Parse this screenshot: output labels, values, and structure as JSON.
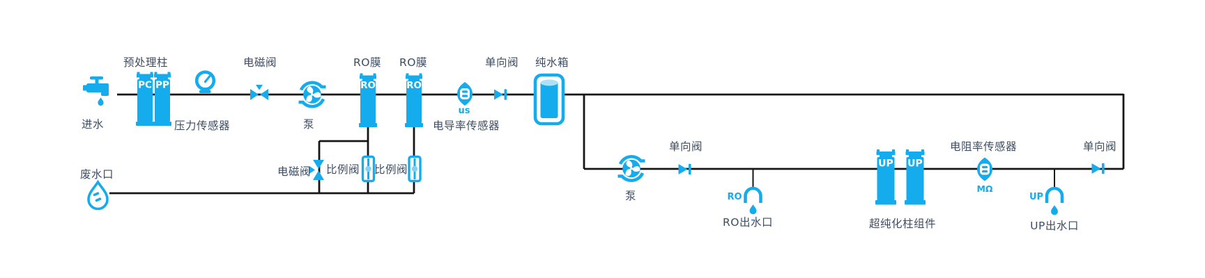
{
  "colors": {
    "accent_blue": "#15ACEE",
    "water_light": "#A9E2F9",
    "valve_dot": "#7ED2F5",
    "label_text": "#3E4D63",
    "pipe_line": "#161616"
  },
  "top_row": {
    "inlet_label": "进水",
    "pretreatment_label": "预处理柱",
    "pc_badge": "PC",
    "pp_badge": "PP",
    "pressure_sensor_label": "压力传感器",
    "solenoid_valve_label": "电磁阀",
    "pump_label": "泵",
    "ro_membrane_1_label": "RO膜",
    "ro_badge_1": "RO",
    "ro_membrane_2_label": "RO膜",
    "ro_badge_2": "RO",
    "conductivity_sensor_label": "电导率传感器",
    "conductivity_unit_badge": "us",
    "check_valve_label": "单向阀",
    "tank_label": "纯水箱"
  },
  "waste_row": {
    "waste_outlet_label": "废水口",
    "solenoid_valve_label": "电磁阀",
    "proportional_valve_1_label": "比例阀",
    "proportional_valve_2_label": "比例阀"
  },
  "loop_row": {
    "pump_label": "泵",
    "check_valve_label": "单向阀",
    "ro_outlet_tap_badge": "RO",
    "ro_outlet_label": "RO出水口",
    "up_column_badge_1": "UP",
    "up_column_badge_2": "UP",
    "up_module_label": "超纯化柱组件",
    "resistivity_sensor_label": "电阻率传感器",
    "resistivity_unit_badge": "MΩ",
    "up_outlet_tap_badge": "UP",
    "up_outlet_label": "UP出水口",
    "check_valve_right_label": "单向阀"
  }
}
